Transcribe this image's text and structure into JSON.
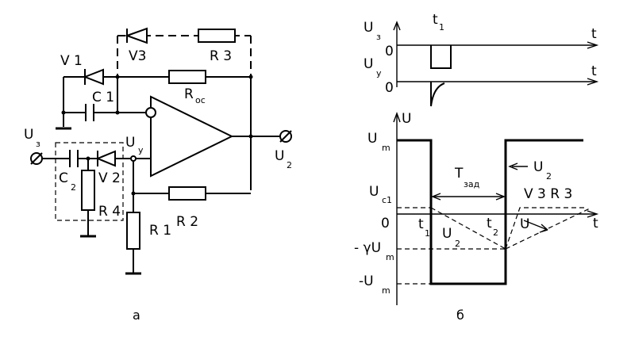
{
  "circuit": {
    "labels": {
      "V1": "V 1",
      "C1": "C 1",
      "V3": "V3",
      "R3": "R 3",
      "Roc_main": "R",
      "Roc_sub": "oc",
      "Uz_main": "U",
      "Uz_sub": "з",
      "Uy_main": "U",
      "Uy_sub": "у",
      "C2_main": "C",
      "C2_sub": "2",
      "V2": "V 2",
      "R4": "R 4",
      "R1": "R 1",
      "R2": "R 2",
      "U2_main": "U",
      "U2_sub": "2"
    },
    "caption": "а"
  },
  "timing": {
    "top": {
      "Uz_main": "U",
      "Uz_sub": "з",
      "zero1": "0",
      "t1_main": "t",
      "t1_sub": "1",
      "t_axis1": "t",
      "Uy_main": "U",
      "Uy_sub": "у",
      "zero2": "0",
      "t_axis2": "t"
    },
    "bottom": {
      "U_axis": "U",
      "Um_main": "U",
      "Um_sub": "m",
      "Tzad_main": "T",
      "Tzad_sub": "зад",
      "U2_main": "U",
      "U2_sub": "2",
      "Uc1_main": "U",
      "Uc1_sub": "c1",
      "zero": "0",
      "t_axis": "t",
      "V3R3": "V 3  R 3",
      "t1_main": "t",
      "t1_sub": "1",
      "Uc2_main": "U",
      "Uc2_sub": "2",
      "t2_main": "t",
      "t2_sub": "2",
      "U_curve": "U",
      "gammaUm_pre": "- γU",
      "gammaUm_sub": "m",
      "negUm_main": "-U",
      "negUm_sub": "m"
    },
    "caption": "б"
  }
}
